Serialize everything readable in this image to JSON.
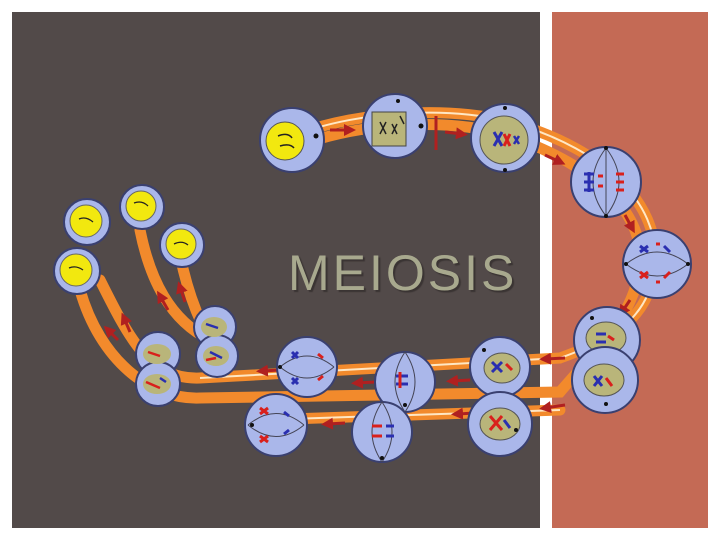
{
  "slide": {
    "title": "MEIOSIS",
    "colors": {
      "left_panel": "#524a49",
      "right_panel": "#c46a55",
      "pathway": "#f28a2c",
      "cell_fill": "#aab7ea",
      "nucleus_fill": "#b9b57a",
      "gamete_fill": "#f2e80f",
      "chromosome_red": "#d9201c",
      "chromosome_blue": "#2a2fb0",
      "arrow_red": "#b02020"
    }
  },
  "diagram": {
    "stages": [
      "interphase",
      "interphase-replicated",
      "prophase-1",
      "metaphase-1",
      "anaphase-1",
      "telophase-1",
      "prophase-2",
      "metaphase-2",
      "anaphase-2",
      "telophase-2",
      "gametes"
    ]
  }
}
